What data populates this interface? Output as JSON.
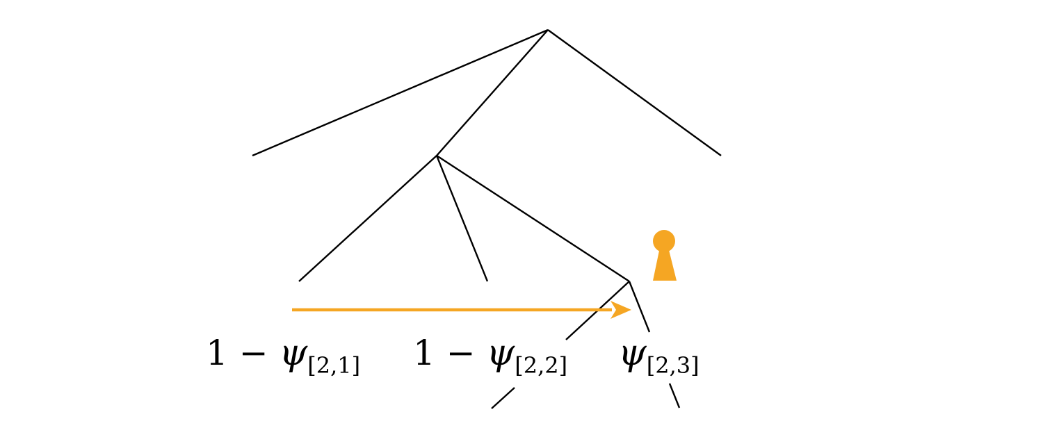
{
  "colors": {
    "line": "#000000",
    "accent": "#F5A623",
    "background": "#FFFFFF"
  },
  "icons": {
    "agent": "pawn-icon"
  },
  "labels": [
    {
      "prefix": "1 − ",
      "symbol": "ψ",
      "subscript": "[2,1]"
    },
    {
      "prefix": "1 − ",
      "symbol": "ψ",
      "subscript": "[2,2]"
    },
    {
      "prefix": "",
      "symbol": "ψ",
      "subscript": "[2,3]"
    }
  ]
}
